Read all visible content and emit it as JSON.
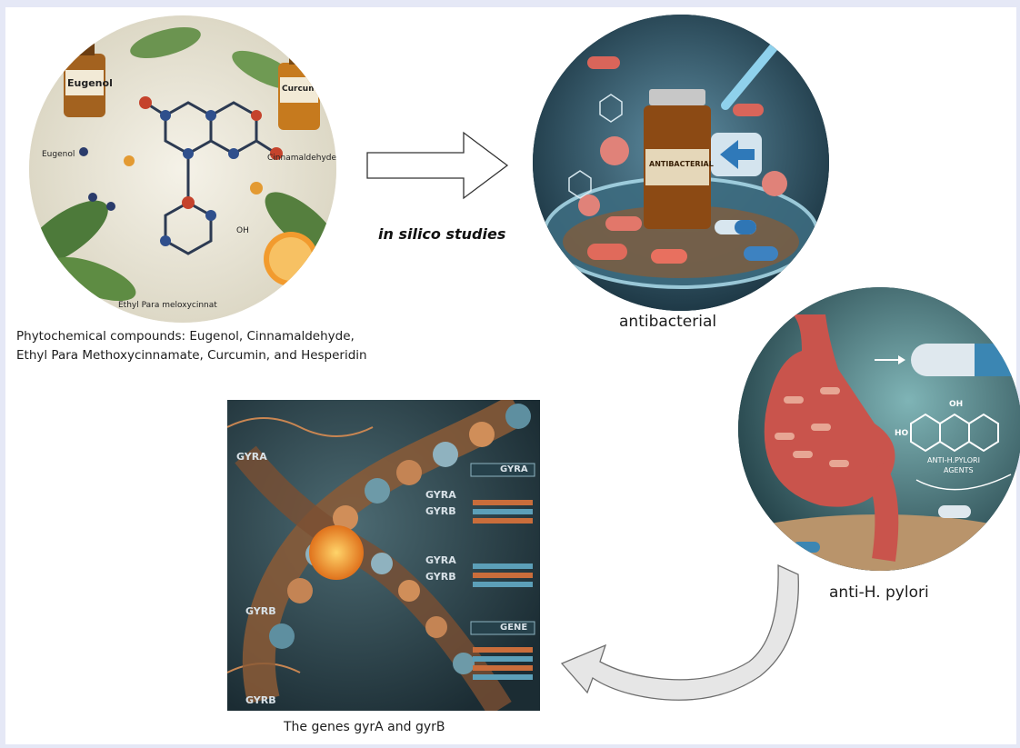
{
  "labels": {
    "process": "in silico studies",
    "phyto_caption_line1": "Phytochemical compounds: Eugenol, Cinnamaldehyde,",
    "phyto_caption_line2": "Ethyl Para Methoxycinnamate, Curcumin, and Hesperidin",
    "antibacterial_caption": "antibacterial",
    "hpylori_caption": "anti-H. pylori",
    "genes_caption": "The genes gyrA and gyrB"
  },
  "phyto_image": {
    "label_eugenol_bottle": "Eugenol",
    "label_curcumin_bottle": "Curcumin",
    "label_eugenol": "Eugenol",
    "label_cinnamaldehyde": "Cinnamaldehyde",
    "label_ethyl": "Ethyl Para meloxycinnat",
    "label_oh": "OH"
  },
  "antibacterial_image": {
    "bottle_label": "ANTIBACTERIAL"
  },
  "hpylori_image": {
    "agent_label_line1": "ANTI-H.PYLORI",
    "agent_label_line2": "AGENTS",
    "ho_label": "HO",
    "oh_label": "OH"
  },
  "dna_image": {
    "labels": [
      "GYRA",
      "GYRA",
      "GYRB",
      "GYRA",
      "GYRB",
      "GYRB",
      "GYRB"
    ],
    "panel_gyra": "GYRA",
    "panel_gene": "GENE"
  },
  "colors": {
    "background": "#e5e8f6",
    "canvas": "#ffffff",
    "arrow_fill": "#ffffff",
    "curved_arrow_fill": "#e6e6e6"
  }
}
